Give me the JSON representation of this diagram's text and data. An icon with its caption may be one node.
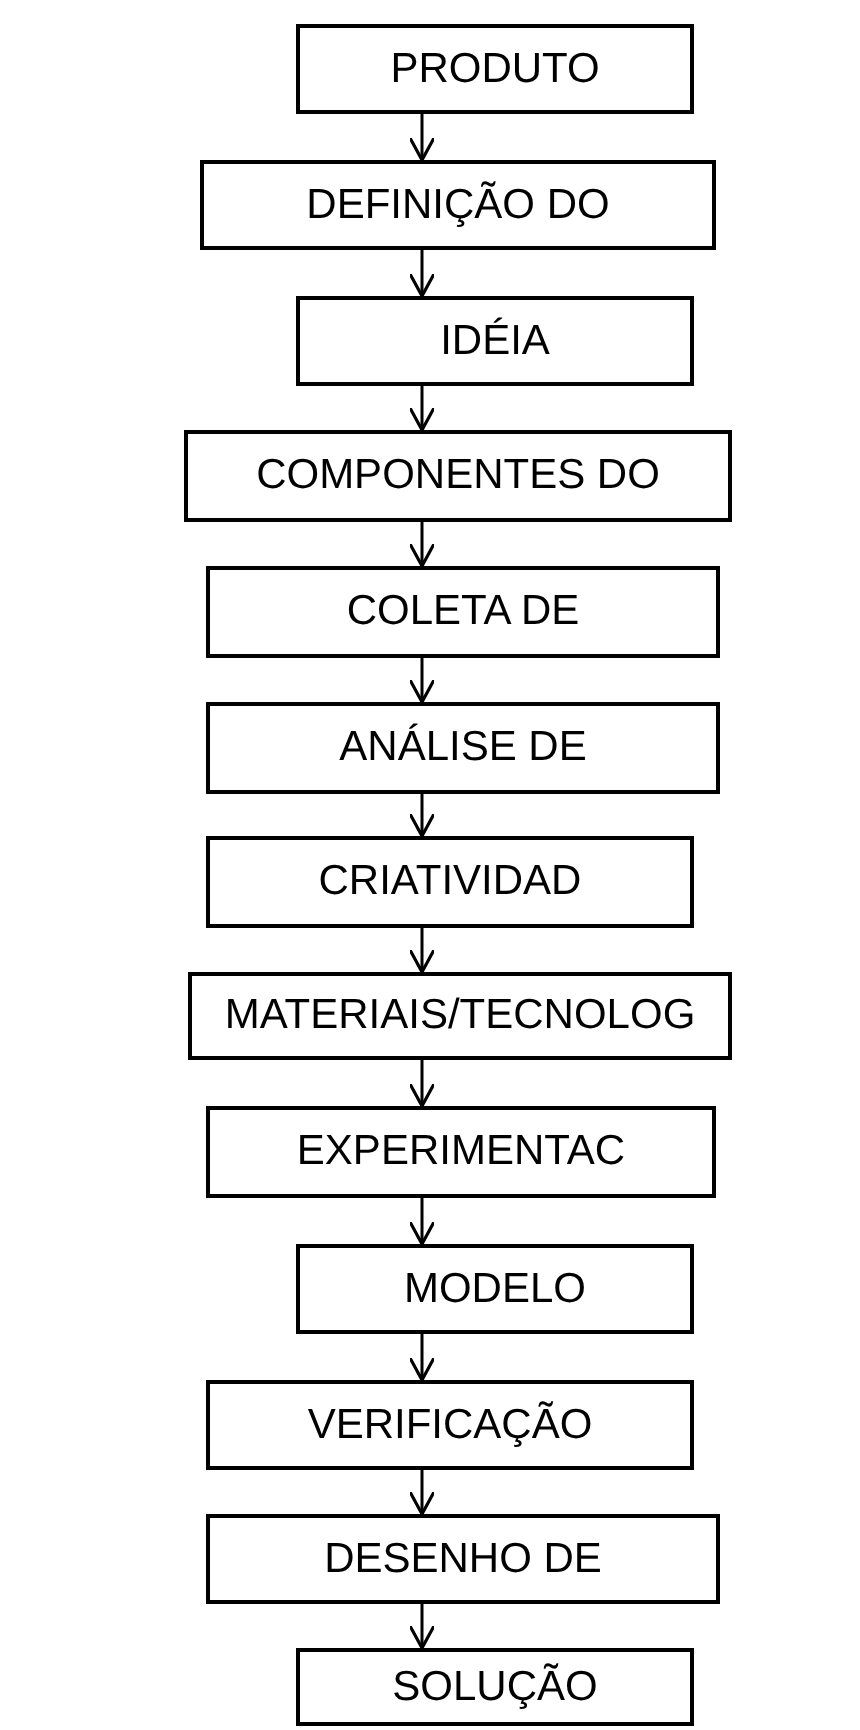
{
  "diagram": {
    "nodes": [
      {
        "text": [
          "PRODUTO"
        ]
      },
      {
        "text": [
          "DEFINIÇÃO DO"
        ]
      },
      {
        "text": [
          "IDÉIA"
        ]
      },
      {
        "text": [
          "COMPONENTES DO"
        ]
      },
      {
        "text": [
          "COLETA DE"
        ]
      },
      {
        "text": [
          "ANÁLISE DE"
        ]
      },
      {
        "text": [
          "CRIATIVIDAD"
        ]
      },
      {
        "text": [
          "MATERIAIS/TECNOLOG"
        ]
      },
      {
        "text": [
          "EXPERIMENTAC"
        ]
      },
      {
        "text": [
          "MODELO"
        ]
      },
      {
        "text": [
          "VERIFICAÇÃO"
        ]
      },
      {
        "text": [
          "DESENHO DE"
        ]
      },
      {
        "text": [
          "SOLUÇÃO"
        ]
      }
    ],
    "edges": [
      {
        "from": 0,
        "to": 1,
        "arrow": "to"
      },
      {
        "from": 1,
        "to": 2,
        "arrow": "to"
      },
      {
        "from": 2,
        "to": 3,
        "arrow": "to"
      },
      {
        "from": 3,
        "to": 4,
        "arrow": "to"
      },
      {
        "from": 4,
        "to": 5,
        "arrow": "to"
      },
      {
        "from": 5,
        "to": 6,
        "arrow": "to"
      },
      {
        "from": 6,
        "to": 7,
        "arrow": "to"
      },
      {
        "from": 7,
        "to": 8,
        "arrow": "to"
      },
      {
        "from": 8,
        "to": 9,
        "arrow": "to"
      },
      {
        "from": 9,
        "to": 10,
        "arrow": "to"
      },
      {
        "from": 10,
        "to": 11,
        "arrow": "to"
      },
      {
        "from": 11,
        "to": 12,
        "arrow": "to"
      }
    ]
  }
}
